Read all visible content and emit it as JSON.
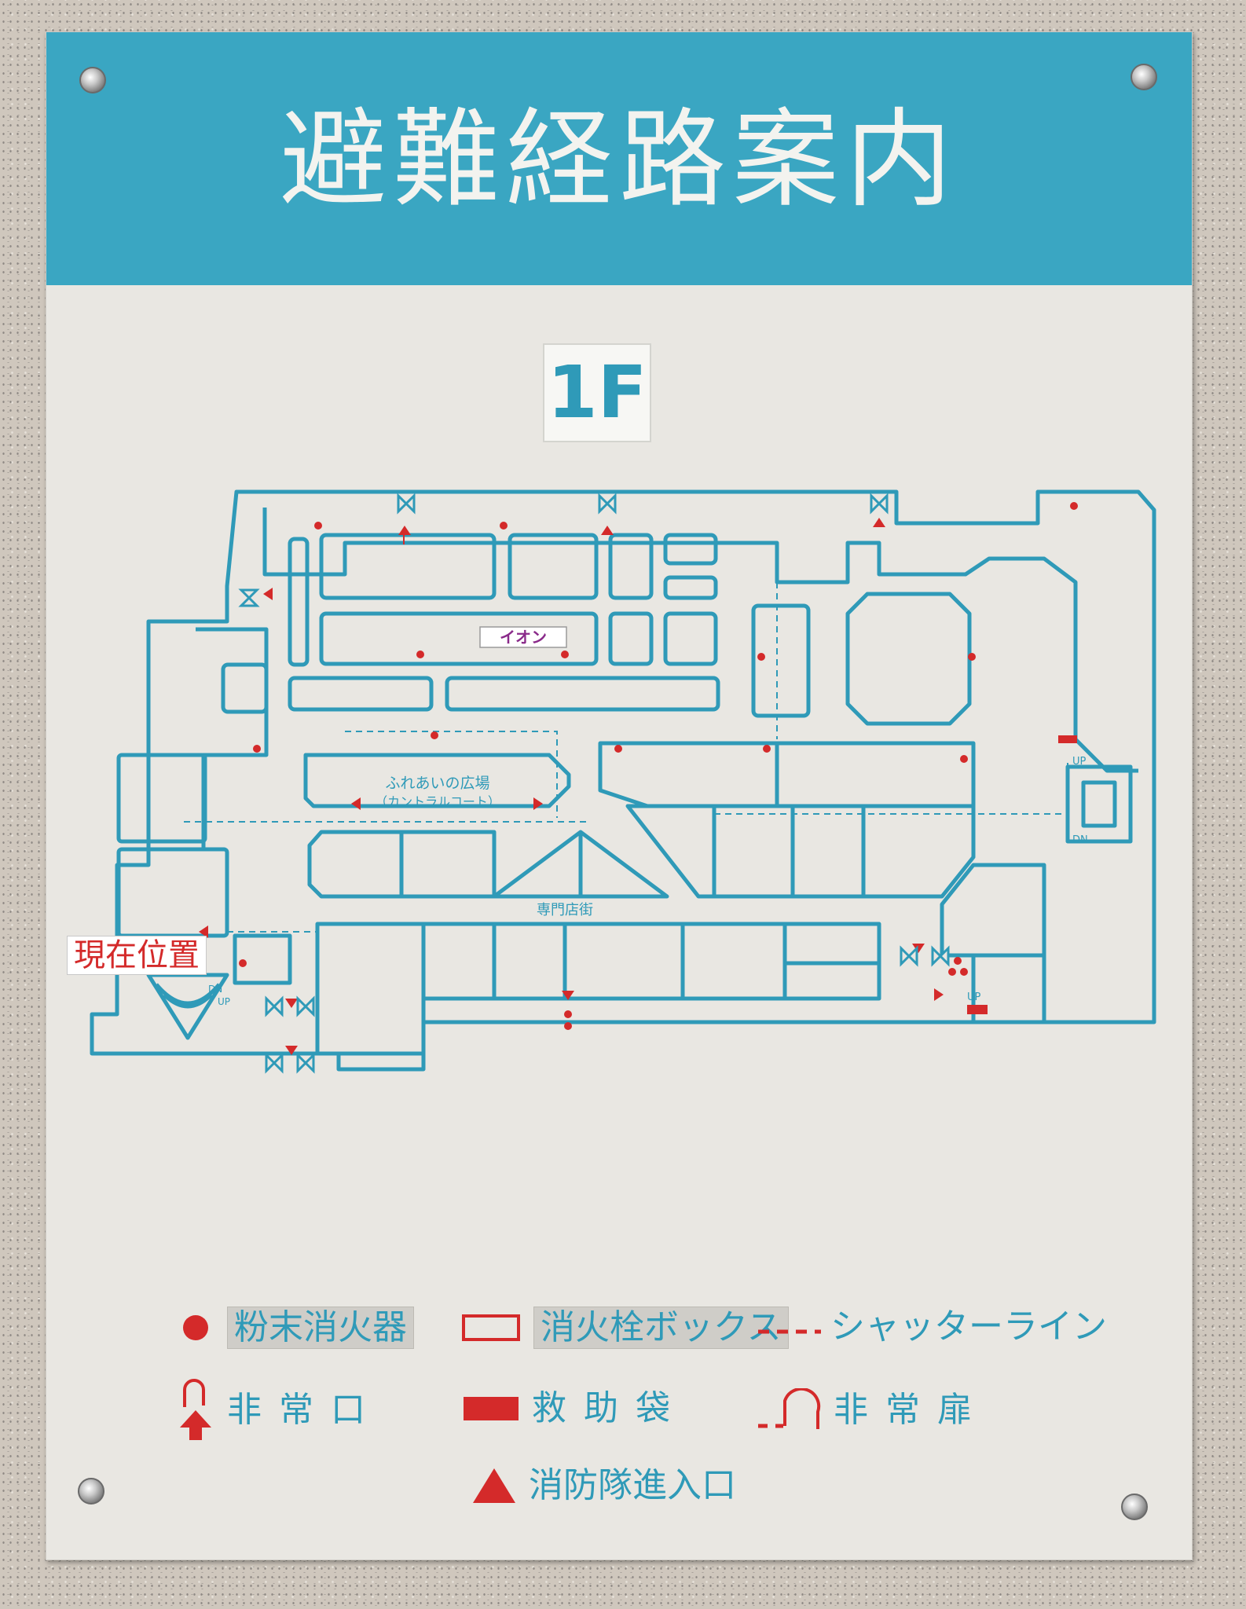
{
  "sign": {
    "title": "避難経路案内",
    "floor": "1F"
  },
  "map": {
    "labels": {
      "anchor_store": "イオン",
      "plaza": "ふれあいの広場",
      "plaza_sub": "（カントラルコート）",
      "mall_street": "専門店街",
      "current_position": "現在位置",
      "stair_up": "UP",
      "stair_down": "DN"
    }
  },
  "legend": {
    "extinguisher": "粉末消火器",
    "hydrant_box": "消火栓ボックス",
    "shutter_line": "シャッターライン",
    "emergency_exit": "非常口",
    "rescue_bag": "救助袋",
    "emergency_door": "非常扉",
    "fire_brigade_entrance": "消防隊進入口"
  },
  "colors": {
    "header": "#3aa6c2",
    "wall": "#2f9ab8",
    "mark": "#d42a2a",
    "plate": "#e9e7e2"
  }
}
